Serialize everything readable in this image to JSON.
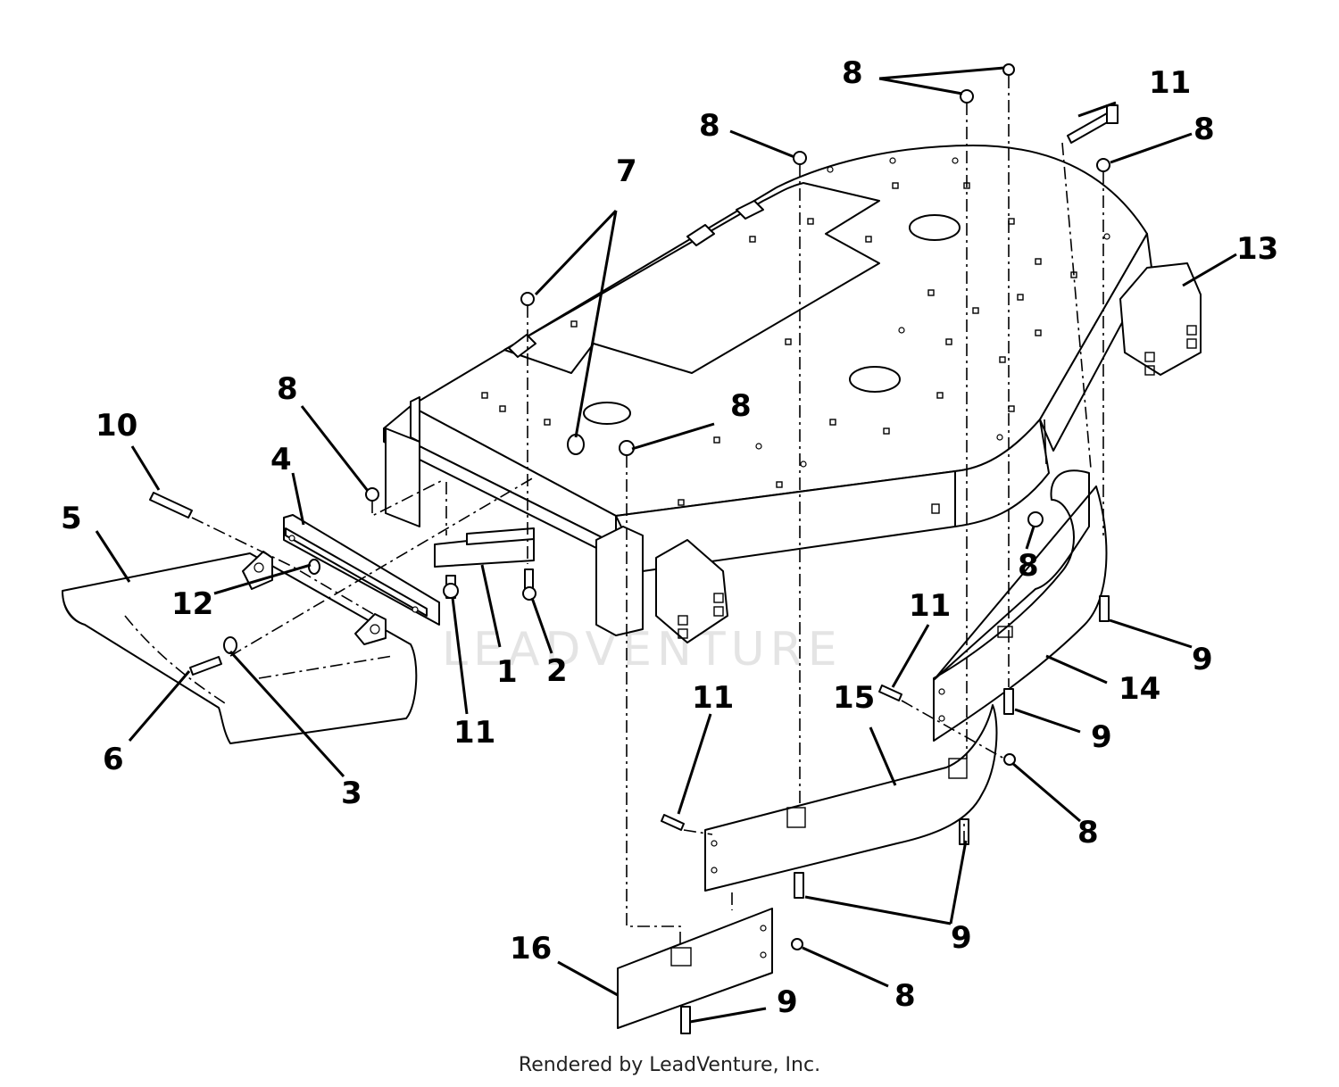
{
  "watermark": "LEADVENTURE",
  "footer": "Rendered by LeadVenture, Inc.",
  "callouts": {
    "c1": "1",
    "c2": "2",
    "c3": "3",
    "c4": "4",
    "c5": "5",
    "c6": "6",
    "c7": "7",
    "c8a": "8",
    "c8b": "8",
    "c8c": "8",
    "c8d": "8",
    "c8e": "8",
    "c8f": "8",
    "c8g": "8",
    "c8h": "8",
    "c9a": "9",
    "c9b": "9",
    "c9c": "9",
    "c9d": "9",
    "c10": "10",
    "c11a": "11",
    "c11b": "11",
    "c11c": "11",
    "c11d": "11",
    "c12": "12",
    "c13": "13",
    "c14": "14",
    "c15": "15",
    "c16": "16"
  }
}
